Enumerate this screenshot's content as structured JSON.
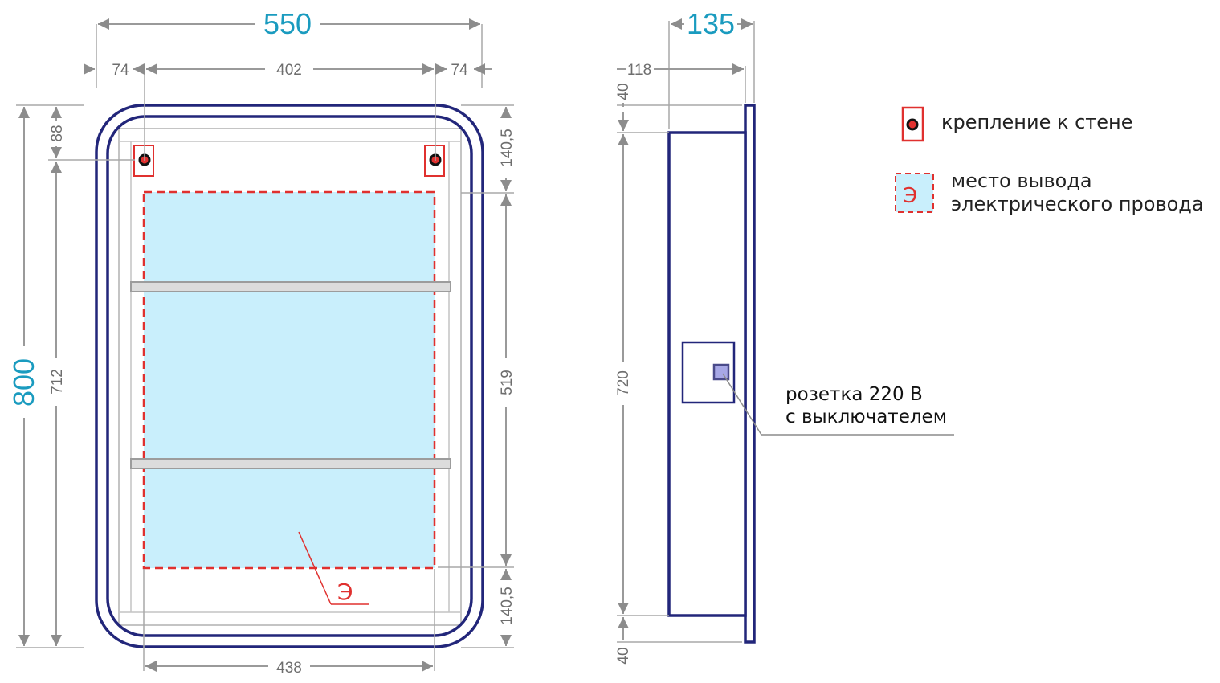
{
  "front_view": {
    "total_width": "550",
    "left_offset": "74",
    "mount_spacing": "402",
    "right_offset": "74",
    "total_height": "800",
    "mount_height": "712",
    "top_offset": "88",
    "wire_top_gap": "140,5",
    "wire_zone_height": "519",
    "wire_bottom_gap": "140,5",
    "wire_zone_width": "438",
    "wire_zone_symbol": "Э"
  },
  "side_view": {
    "total_depth": "135",
    "body_depth": "118",
    "top_gap": "40",
    "body_height": "720",
    "bottom_gap": "40"
  },
  "legend": {
    "mount_label": "крепление к стене",
    "wire_symbol": "Э",
    "wire_label_line1": "место вывода",
    "wire_label_line2": "электрического провода"
  },
  "socket_note": {
    "line1": "розетка 220 В",
    "line2": "с выключателем"
  },
  "colors": {
    "frame": "#22267a",
    "wire_zone_fill": "#c9effc",
    "wire_zone_border": "#e0312f",
    "mount_marker": "#e0312f",
    "main_dimension": "#1a9bbf",
    "secondary_dimension": "#6e6e6e",
    "shelf": "#bfbfbf"
  }
}
